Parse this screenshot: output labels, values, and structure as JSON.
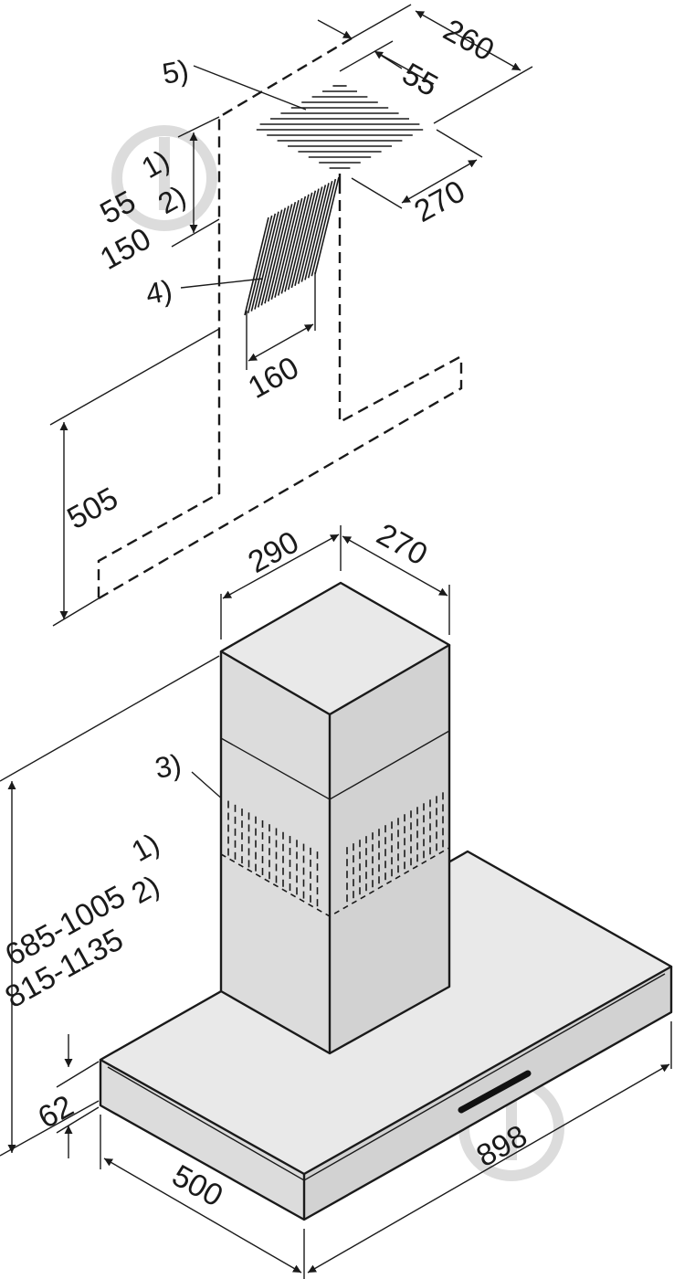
{
  "diagram": {
    "type": "technical-dimension-drawing",
    "annotations": {
      "note_5": "5)",
      "note_4": "4)",
      "note_3": "3)",
      "note_1a": "1)",
      "note_2a": "2)",
      "note_1b": "1)",
      "note_2b": "2)"
    },
    "dimensions": {
      "d260": "260",
      "d55_top": "55",
      "d270_top": "270",
      "d55_side": "55",
      "d150_side": "150",
      "d160": "160",
      "d505": "505",
      "d290": "290",
      "d270_chimney": "270",
      "d685_1005": "685-1005",
      "d815_1135": "815-1135",
      "d62": "62",
      "d500": "500",
      "d898": "898"
    },
    "colors": {
      "line": "#1a1a1a",
      "face_top": "#e9e9e9",
      "face_left": "#dcdcdc",
      "face_right": "#d2d2d2",
      "watermark": "#d9d9d9"
    }
  }
}
